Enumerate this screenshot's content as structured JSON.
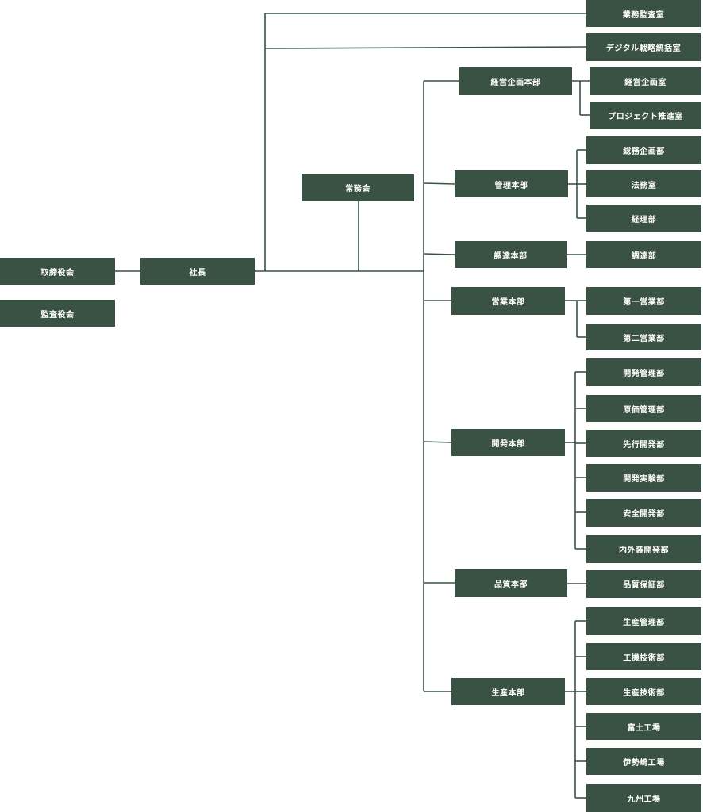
{
  "colors": {
    "box": "#3a5243",
    "line": "#3a5243",
    "text": "#ffffff",
    "background": "#ffffff"
  },
  "board": {
    "directors": "取締役会",
    "auditors": "監査役会"
  },
  "president": "社長",
  "executive_committee": "常務会",
  "staff_offices": {
    "audit": "業務監査室",
    "digital": "デジタル戦略統括室"
  },
  "divisions": {
    "corporate_planning": {
      "name": "経営企画本部",
      "units": [
        "経営企画室",
        "プロジェクト推進室"
      ]
    },
    "administration": {
      "name": "管理本部",
      "units": [
        "総務企画部",
        "法務室",
        "経理部"
      ]
    },
    "procurement": {
      "name": "調達本部",
      "units": [
        "調達部"
      ]
    },
    "sales": {
      "name": "営業本部",
      "units": [
        "第一営業部",
        "第二営業部"
      ]
    },
    "development": {
      "name": "開発本部",
      "units": [
        "開発管理部",
        "原価管理部",
        "先行開発部",
        "開発実験部",
        "安全開発部",
        "内外装開発部"
      ]
    },
    "quality": {
      "name": "品質本部",
      "units": [
        "品質保証部"
      ]
    },
    "production": {
      "name": "生産本部",
      "units": [
        "生産管理部",
        "工機技術部",
        "生産技術部",
        "富士工場",
        "伊勢崎工場",
        "九州工場"
      ]
    }
  }
}
